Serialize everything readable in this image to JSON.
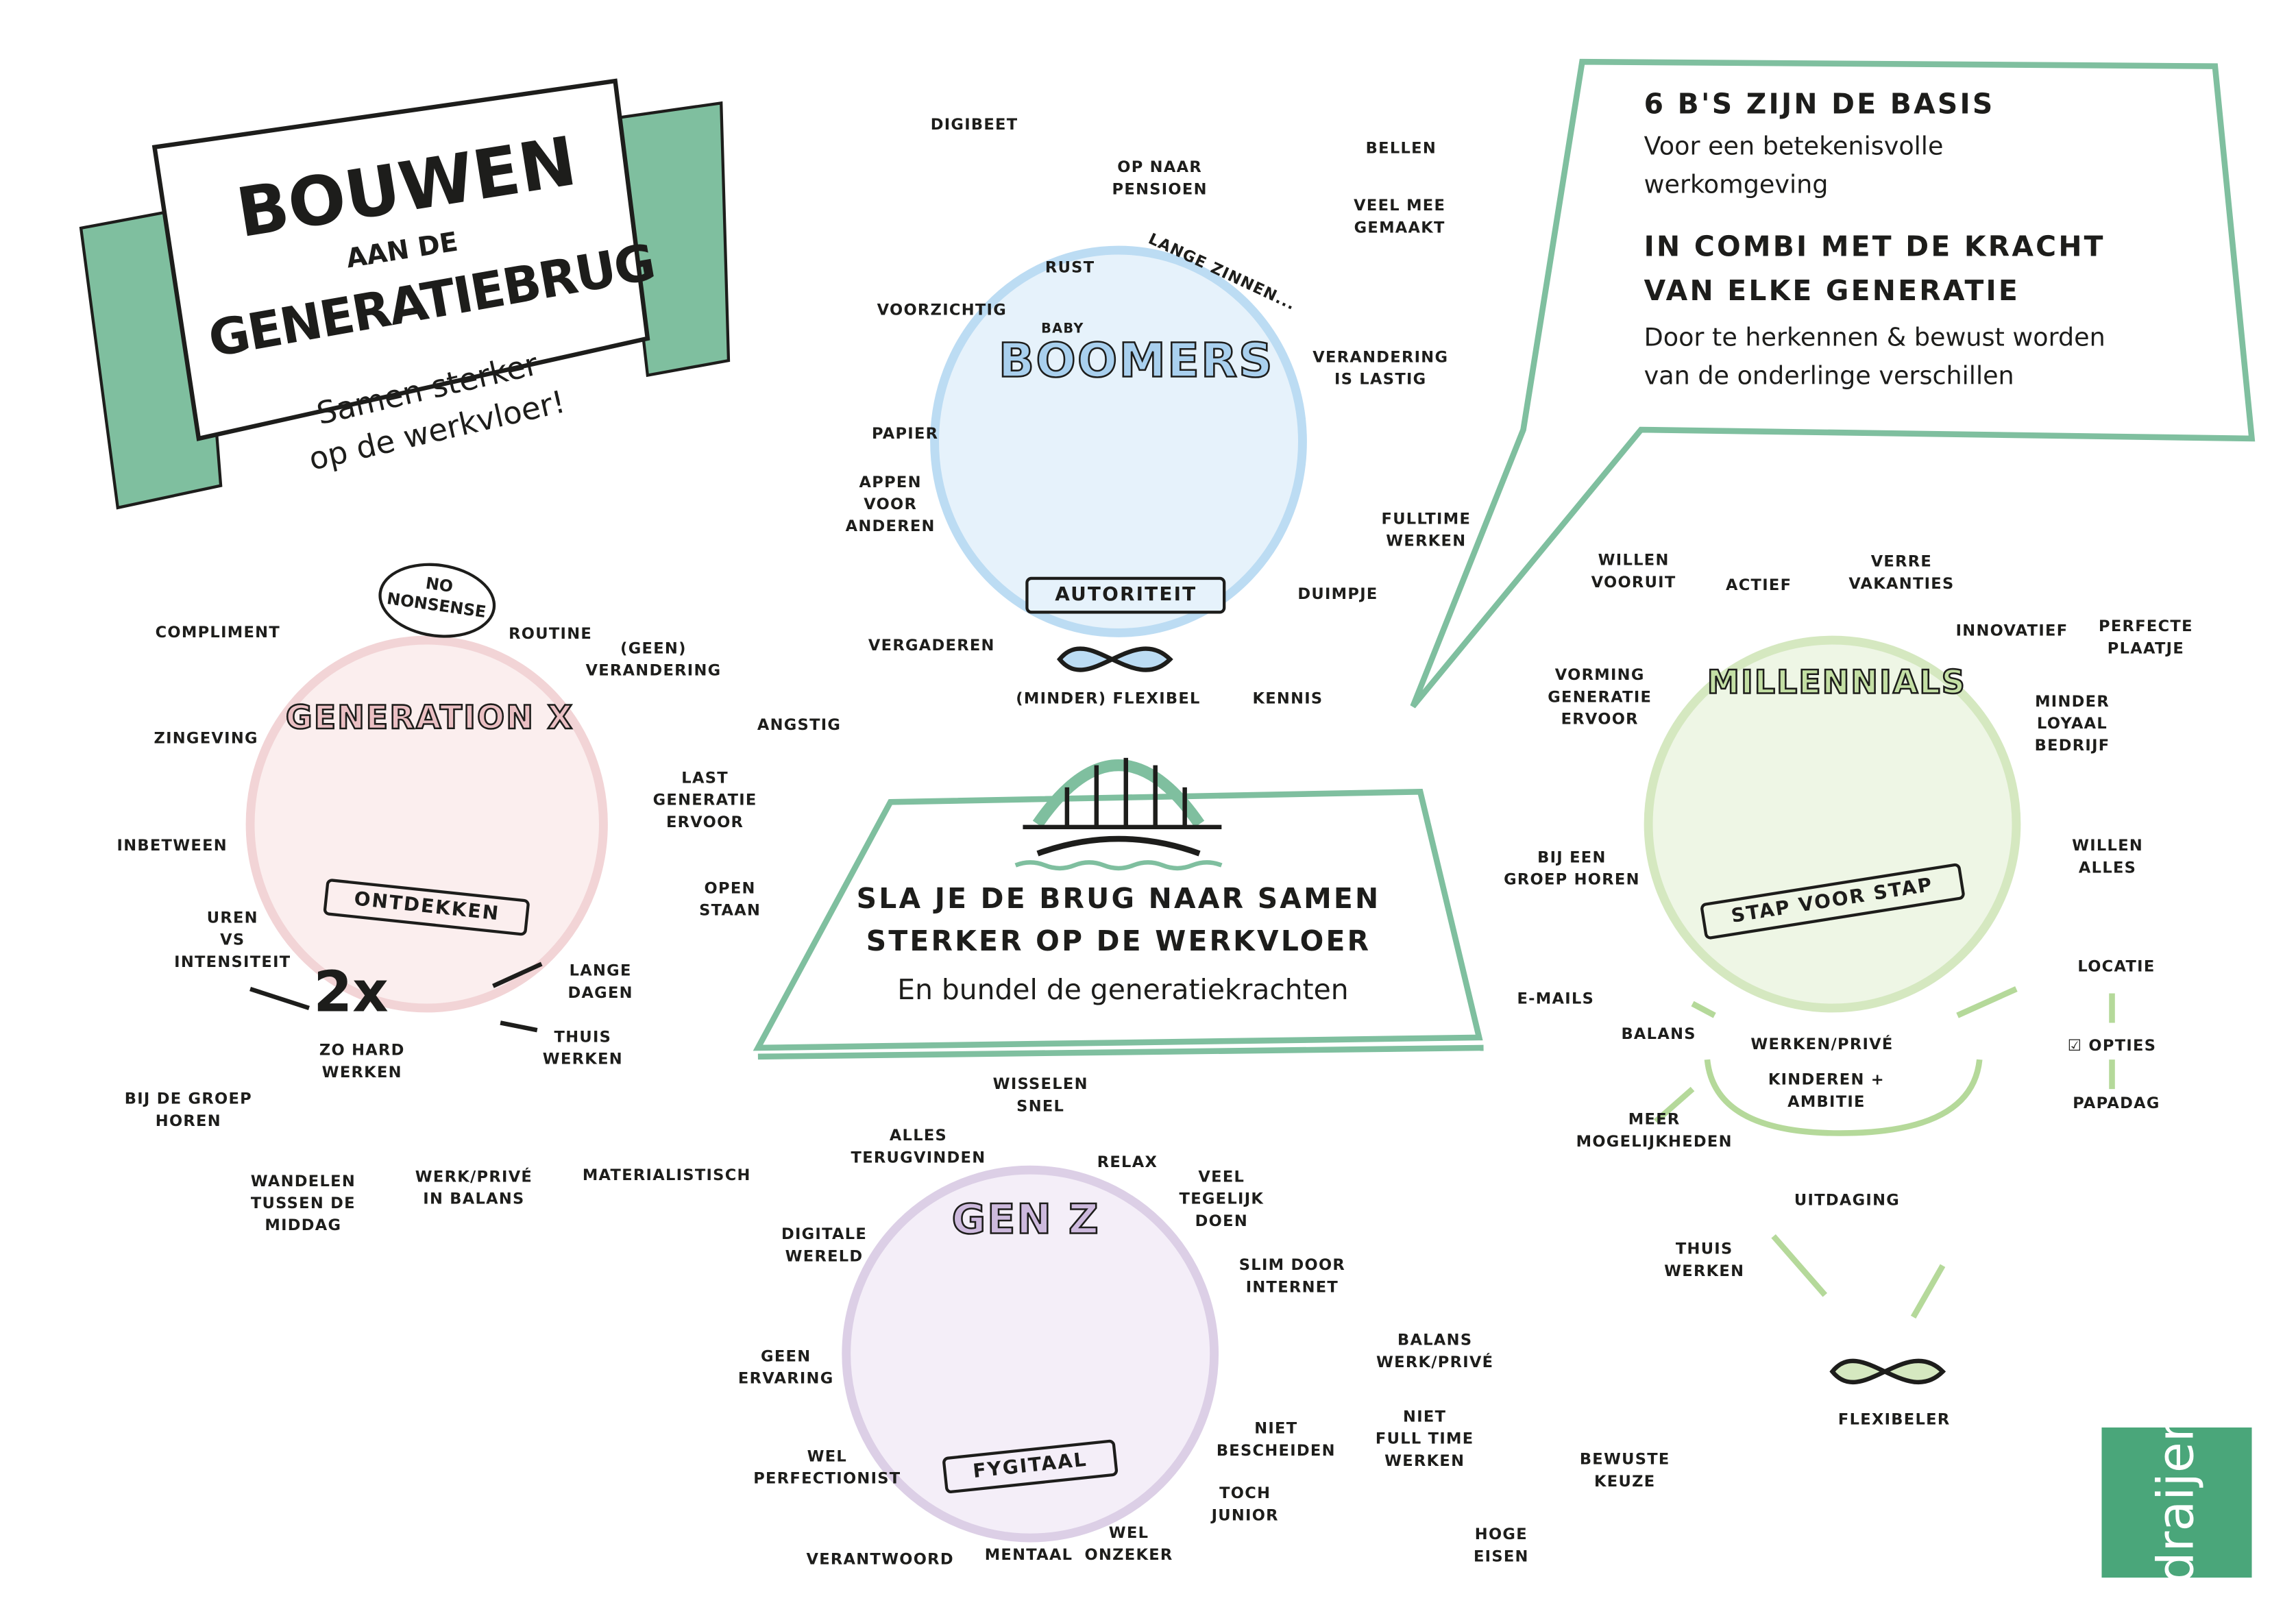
{
  "title": {
    "line1": "BOUWEN",
    "line2": "AAN DE",
    "line3": "GENERATIEBRUG",
    "subtitle": "Samen sterker\nop de werkvloer!"
  },
  "info_box": {
    "heading1": "6 B'S ZIJN DE BASIS",
    "text1": "Voor een betekenisvolle\nwerkomgeving",
    "heading2": "IN COMBI MET DE KRACHT\nVAN ELKE GENERATIE",
    "text2": "Door te herkennen & bewust worden\nvan de onderlinge verschillen"
  },
  "center": {
    "heading": "SLA JE DE BRUG NAAR SAMEN\nSTERKER OP DE WERKVLOER",
    "text": "En bundel de generatiekrachten"
  },
  "colors": {
    "boomers": "#bcdcf3",
    "genx": "#f2d4d6",
    "millennials": "#d5e8c0",
    "genz": "#dccfe6",
    "accent": "#7fbf9f",
    "logo": "#4aa67a"
  },
  "boomers": {
    "title_small": "BABY",
    "title": "BOOMERS",
    "banner": "AUTORITEIT",
    "labels": [
      {
        "id": "b1",
        "text": "DIGIBEET"
      },
      {
        "id": "b2",
        "text": "OP NAAR\nPENSIOEN"
      },
      {
        "id": "b3",
        "text": "BELLEN"
      },
      {
        "id": "b4",
        "text": "VEEL MEE\nGEMAAKT"
      },
      {
        "id": "b5",
        "text": "RUST"
      },
      {
        "id": "b6",
        "text": "LANGE ZINNEN..."
      },
      {
        "id": "b7",
        "text": "VOORZICHTIG"
      },
      {
        "id": "b8",
        "text": "VERANDERING\nIS LASTIG"
      },
      {
        "id": "b9",
        "text": "PAPIER"
      },
      {
        "id": "b10",
        "text": "APPEN\nVOOR\nANDEREN"
      },
      {
        "id": "b11",
        "text": "FULLTIME\nWERKEN"
      },
      {
        "id": "b12",
        "text": "DUIMPJE"
      },
      {
        "id": "b13",
        "text": "VERGADEREN"
      },
      {
        "id": "b14",
        "text": "(MINDER) FLEXIBEL"
      },
      {
        "id": "b15",
        "text": "KENNIS"
      }
    ]
  },
  "genx": {
    "title": "GENERATION X",
    "banner": "ONTDEKKEN",
    "bubble": "NO\nNONSENSE",
    "big": "2x",
    "labels": [
      {
        "id": "x1",
        "text": "COMPLIMENT"
      },
      {
        "id": "x2",
        "text": "ROUTINE"
      },
      {
        "id": "x3",
        "text": "(GEEN)\nVERANDERING"
      },
      {
        "id": "x4",
        "text": "ZINGEVING"
      },
      {
        "id": "x5",
        "text": "ANGSTIG"
      },
      {
        "id": "x6",
        "text": "LAST\nGENERATIE\nERVOOR"
      },
      {
        "id": "x7",
        "text": "INBETWEEN"
      },
      {
        "id": "x8",
        "text": "OPEN\nSTAAN"
      },
      {
        "id": "x9",
        "text": "UREN\nVS\nINTENSITEIT"
      },
      {
        "id": "x10",
        "text": "LANGE\nDAGEN"
      },
      {
        "id": "x11",
        "text": "ZO HARD\nWERKEN"
      },
      {
        "id": "x12",
        "text": "THUIS\nWERKEN"
      },
      {
        "id": "x13",
        "text": "BIJ DE GROEP\nHOREN"
      },
      {
        "id": "x14",
        "text": "WANDELEN\nTUSSEN DE\nMIDDAG"
      },
      {
        "id": "x15",
        "text": "WERK/PRIVÉ\nIN BALANS"
      },
      {
        "id": "x16",
        "text": "MATERIALISTISCH"
      }
    ]
  },
  "millennials": {
    "title": "MILLENNIALS",
    "banner": "STAP VOOR STAP",
    "labels": [
      {
        "id": "m1",
        "text": "WILLEN\nVOORUIT"
      },
      {
        "id": "m2",
        "text": "ACTIEF"
      },
      {
        "id": "m3",
        "text": "VERRE\nVAKANTIES"
      },
      {
        "id": "m4",
        "text": "INNOVATIEF"
      },
      {
        "id": "m5",
        "text": "PERFECTE\nPLAATJE"
      },
      {
        "id": "m6",
        "text": "VORMING\nGENERATIE\nERVOOR"
      },
      {
        "id": "m7",
        "text": "MINDER\nLOYAAL\nBEDRIJF"
      },
      {
        "id": "m8",
        "text": "BIJ EEN\nGROEP HOREN"
      },
      {
        "id": "m9",
        "text": "WILLEN\nALLES"
      },
      {
        "id": "m10",
        "text": "LOCATIE"
      },
      {
        "id": "m11",
        "text": "E-MAILS"
      },
      {
        "id": "m12",
        "text": "BALANS"
      },
      {
        "id": "m13",
        "text": "WERKEN/PRIVÉ"
      },
      {
        "id": "m14",
        "text": "☑ OPTIES"
      },
      {
        "id": "m15",
        "text": "KINDEREN +\nAMBITIE"
      },
      {
        "id": "m16",
        "text": "PAPADAG"
      },
      {
        "id": "m17",
        "text": "MEER\nMOGELIJKHEDEN"
      },
      {
        "id": "m18",
        "text": "UITDAGING"
      },
      {
        "id": "m19",
        "text": "THUIS\nWERKEN"
      },
      {
        "id": "m20",
        "text": "FLEXIBELER"
      }
    ]
  },
  "genz": {
    "title": "GEN Z",
    "banner": "FYGITAAL",
    "labels": [
      {
        "id": "z1",
        "text": "WISSELEN\nSNEL"
      },
      {
        "id": "z2",
        "text": "ALLES\nTERUGVINDEN"
      },
      {
        "id": "z3",
        "text": "RELAX"
      },
      {
        "id": "z4",
        "text": "VEEL\nTEGELIJK\nDOEN"
      },
      {
        "id": "z5",
        "text": "DIGITALE\nWERELD"
      },
      {
        "id": "z6",
        "text": "SLIM DOOR\nINTERNET"
      },
      {
        "id": "z7",
        "text": "GEEN\nERVARING"
      },
      {
        "id": "z8",
        "text": "BALANS\nWERK/PRIVÉ"
      },
      {
        "id": "z9",
        "text": "NIET\nBESCHEIDEN"
      },
      {
        "id": "z10",
        "text": "NIET\nFULL TIME\nWERKEN"
      },
      {
        "id": "z11",
        "text": "BEWUSTE\nKEUZE"
      },
      {
        "id": "z12",
        "text": "WEL\nPERFECTIONIST"
      },
      {
        "id": "z13",
        "text": "TOCH\nJUNIOR"
      },
      {
        "id": "z14",
        "text": "HOGE\nEISEN"
      },
      {
        "id": "z15",
        "text": "VERANTWOORD"
      },
      {
        "id": "z16",
        "text": "MENTAAL"
      },
      {
        "id": "z17",
        "text": "WEL\nONZEKER"
      }
    ]
  },
  "logo": {
    "text": "draijer"
  }
}
